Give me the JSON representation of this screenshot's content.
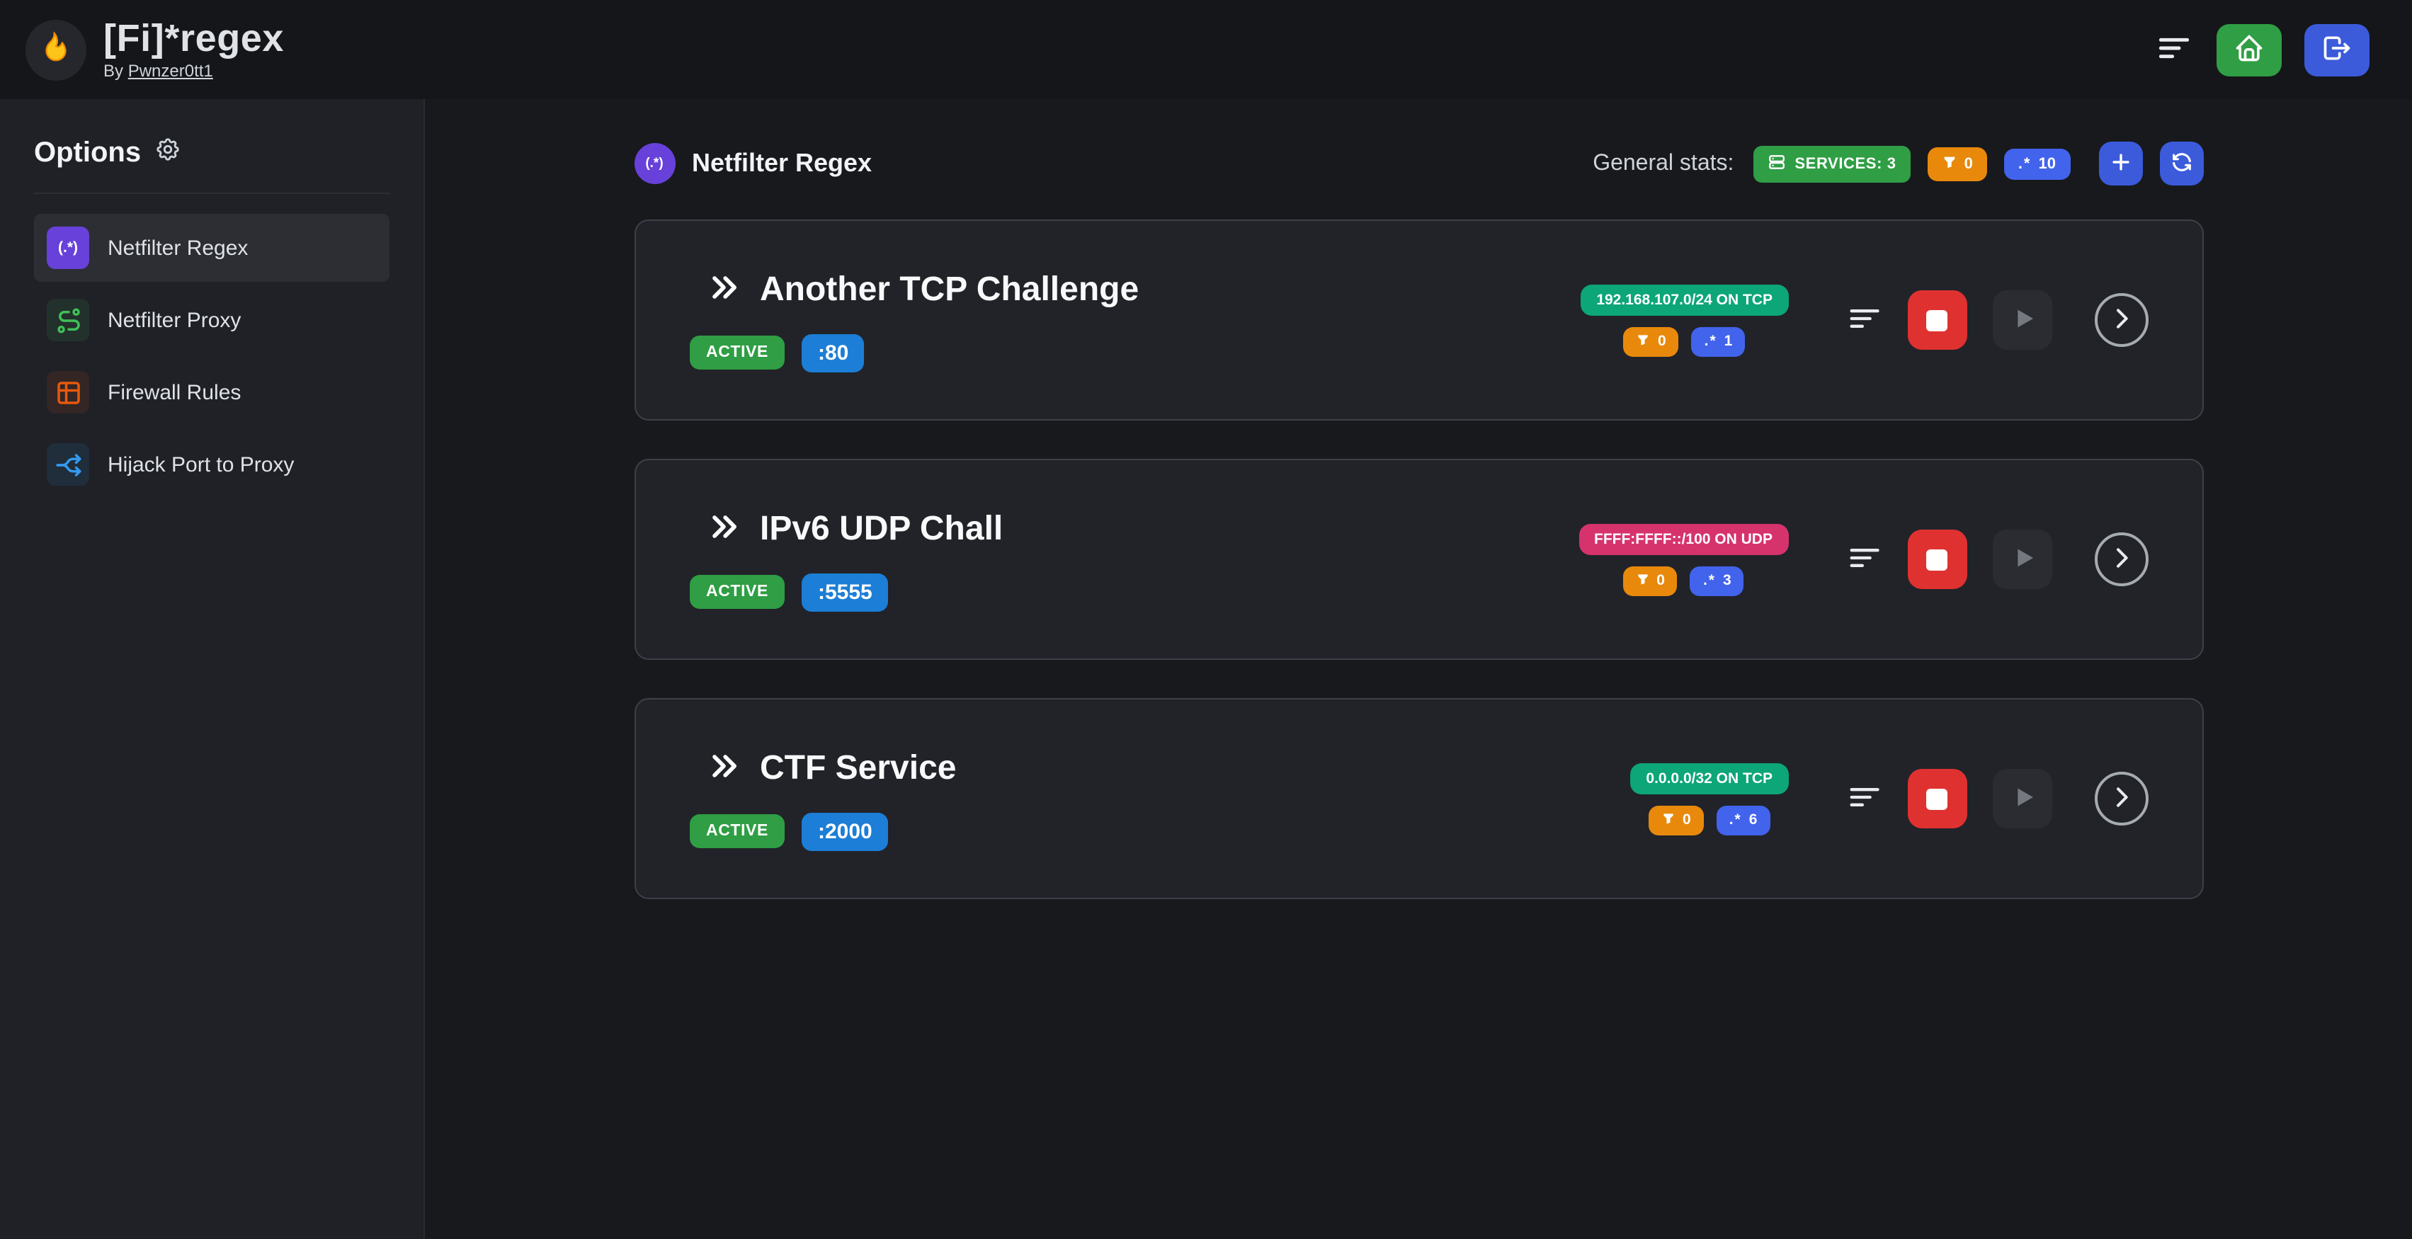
{
  "colors": {
    "accent_blue": "#3b5bdb",
    "green": "#2f9e44",
    "port_blue": "#1c7ed6",
    "teal": "#0ca678",
    "pink": "#d6336c",
    "orange": "#e8890c",
    "indigo": "#4263eb",
    "red": "#e03131",
    "purple": "#6741d9"
  },
  "header": {
    "title": "[Fi]*regex",
    "byline_prefix": "By",
    "author": "Pwnzer0tt1"
  },
  "sidebar": {
    "title": "Options",
    "items": [
      {
        "label": "Netfilter Regex",
        "glyph": "(.*)"
      },
      {
        "label": "Netfilter Proxy"
      },
      {
        "label": "Firewall Rules"
      },
      {
        "label": "Hijack Port to Proxy"
      }
    ]
  },
  "main": {
    "section_title": "Netfilter Regex",
    "section_icon_glyph": "(.*)",
    "stats_label": "General stats:",
    "services_badge": "SERVICES: 3",
    "total_filter_count": "0",
    "total_regex_count": "10",
    "regex_glyph": ".*",
    "services": [
      {
        "name": "Another TCP Challenge",
        "status": "ACTIVE",
        "port": ":80",
        "target": "192.168.107.0/24 ON TCP",
        "filter_count": "0",
        "regex_count": "1"
      },
      {
        "name": "IPv6 UDP Chall",
        "status": "ACTIVE",
        "port": ":5555",
        "target": "FFFF:FFFF::/100 ON UDP",
        "filter_count": "0",
        "regex_count": "3"
      },
      {
        "name": "CTF Service",
        "status": "ACTIVE",
        "port": ":2000",
        "target": "0.0.0.0/32 ON TCP",
        "filter_count": "0",
        "regex_count": "6"
      }
    ]
  }
}
